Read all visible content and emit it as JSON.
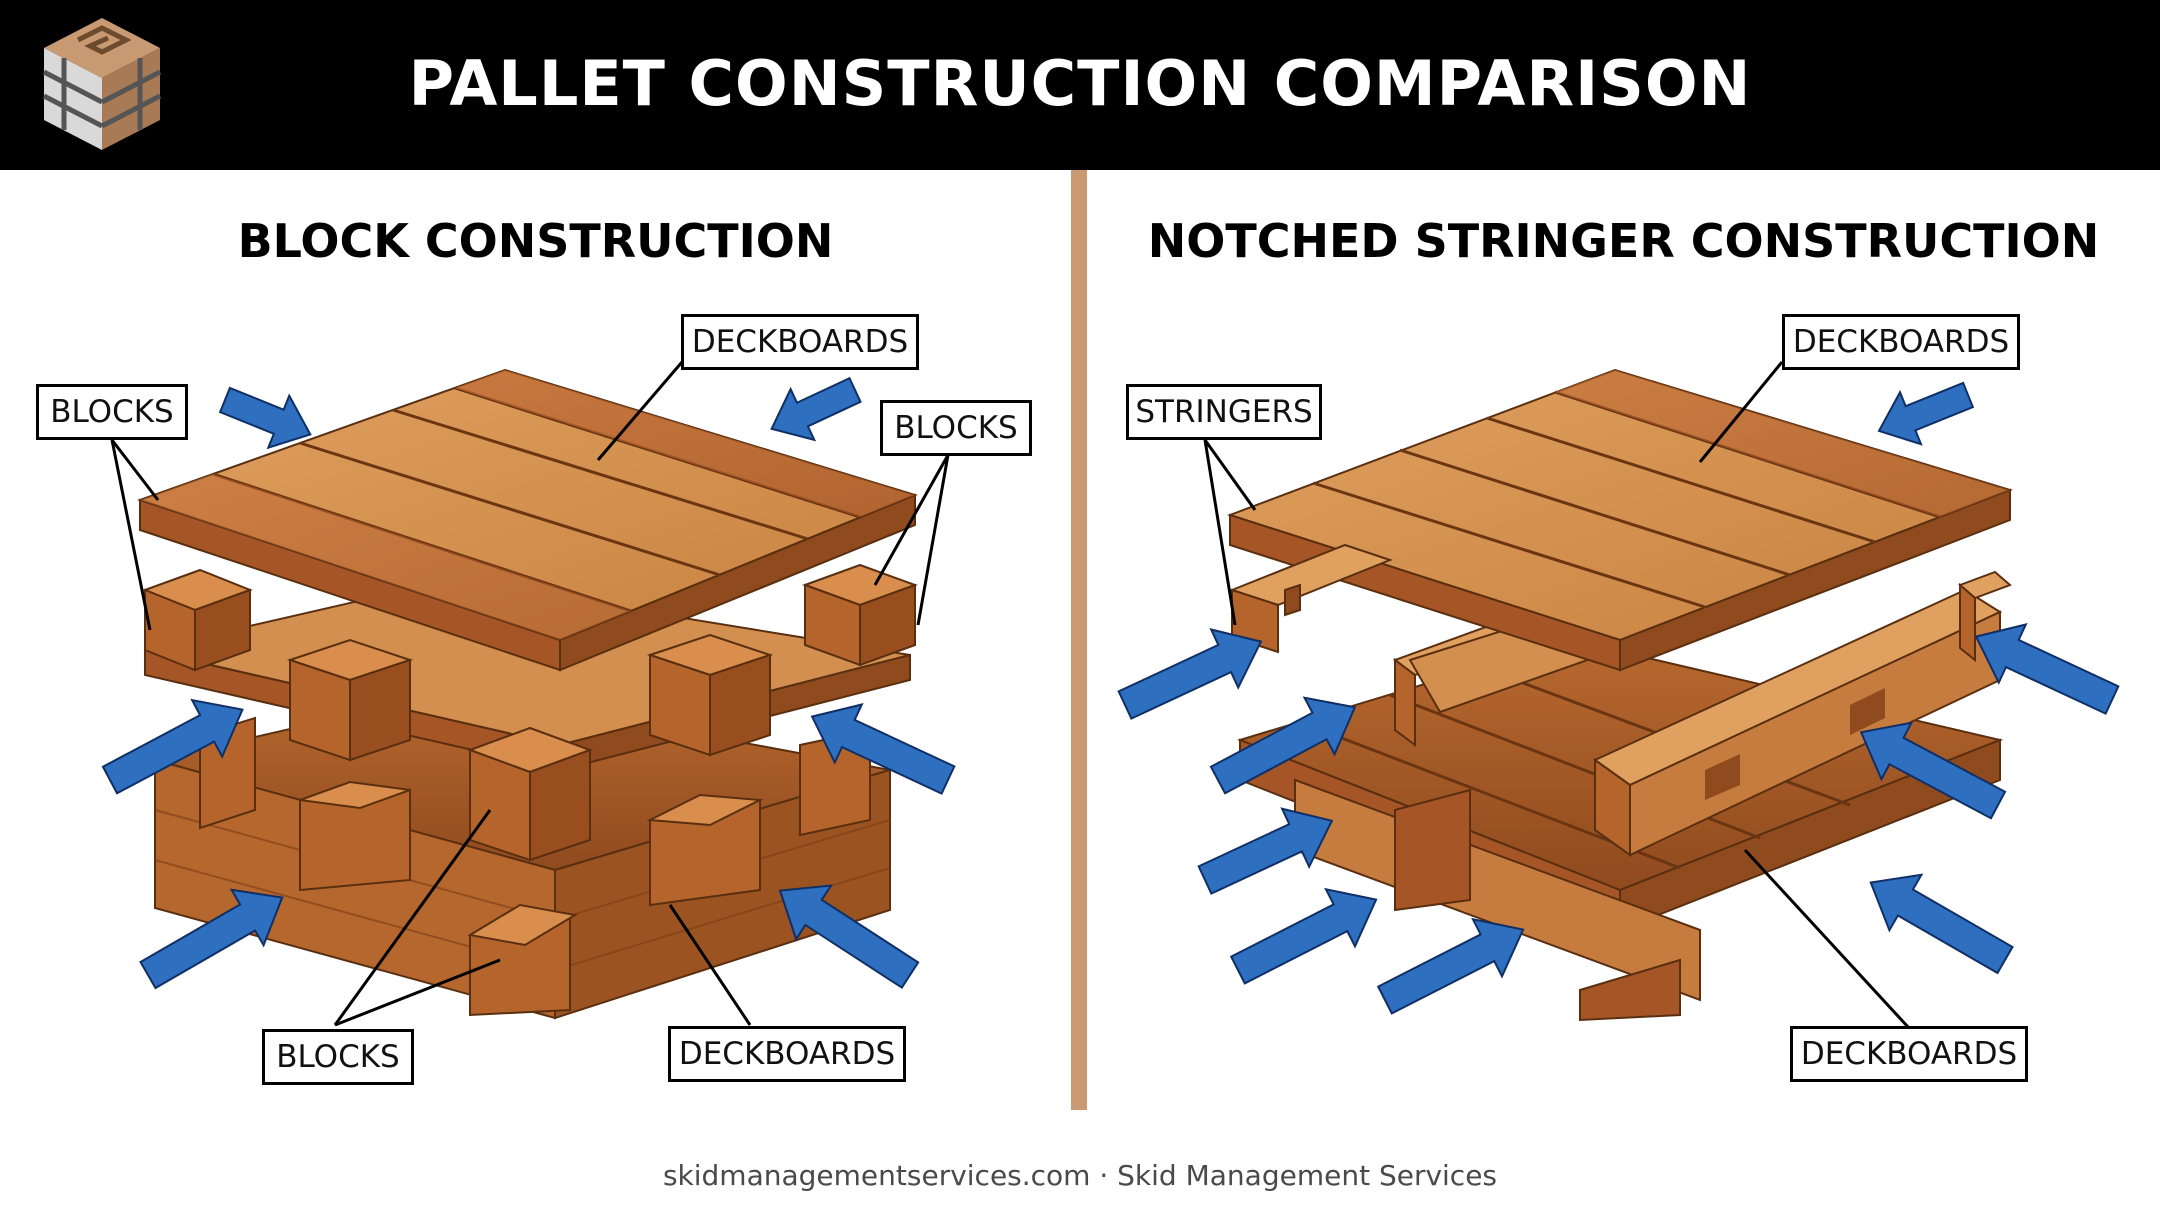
{
  "title": "PALLET CONSTRUCTION COMPARISON",
  "brand": {
    "logo_icon": "pallet-cube-logo-icon",
    "accent": "#c99a72",
    "arrow_color": "#2f6fc0",
    "wood_color": "#c87838"
  },
  "left": {
    "heading": "BLOCK CONSTRUCTION",
    "callouts": {
      "blocks_top_left": "BLOCKS",
      "deckboards_top": "DECKBOARDS",
      "blocks_top_right": "BLOCKS",
      "blocks_bottom": "BLOCKS",
      "deckboards_bottom": "DECKBOARDS"
    }
  },
  "right": {
    "heading": "NOTCHED STRINGER CONSTRUCTION",
    "callouts": {
      "stringers": "STRINGERS",
      "deckboards_top": "DECKBOARDS",
      "deckboards_bottom": "DECKBOARDS"
    }
  },
  "footer": "skidmanagementservices.com · Skid Management Services"
}
